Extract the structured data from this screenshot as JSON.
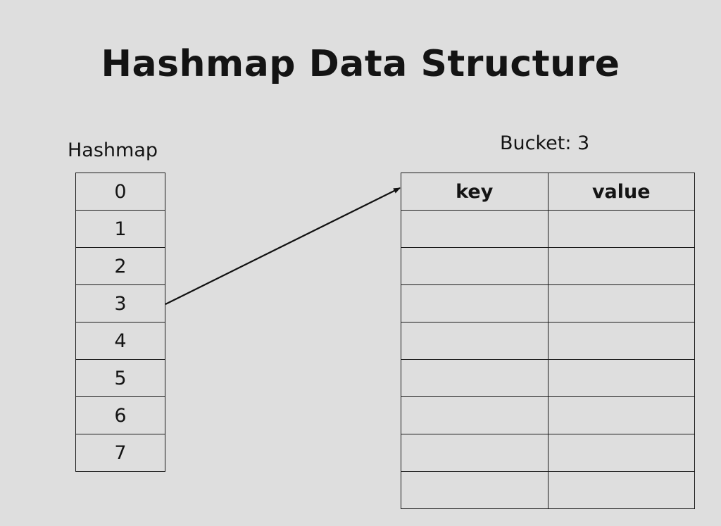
{
  "title": "Hashmap Data Structure",
  "hashmap": {
    "label": "Hashmap",
    "indices": [
      "0",
      "1",
      "2",
      "3",
      "4",
      "5",
      "6",
      "7"
    ]
  },
  "bucket": {
    "label": "Bucket: 3",
    "columns": [
      "key",
      "value"
    ],
    "empty_rows": 8
  },
  "arrow": {
    "from_index": 3
  },
  "colors": {
    "background": "#dedede",
    "ink": "#141414"
  }
}
